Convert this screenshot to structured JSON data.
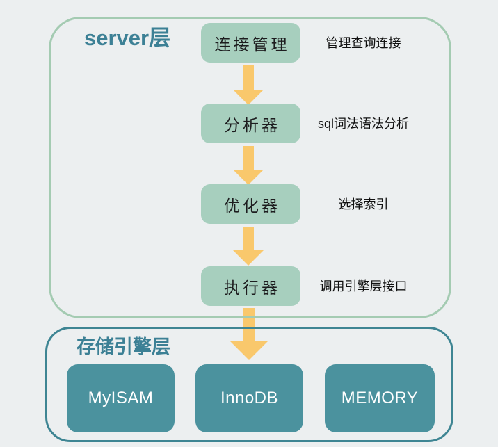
{
  "diagram": {
    "server_layer": {
      "title": "server层",
      "nodes": [
        {
          "label": "连接管理",
          "annotation": "管理查询连接"
        },
        {
          "label": "分析器",
          "annotation": "sql词法语法分析"
        },
        {
          "label": "优化器",
          "annotation": "选择索引"
        },
        {
          "label": "执行器",
          "annotation": "调用引擎层接口"
        }
      ]
    },
    "storage_layer": {
      "title": "存储引擎层",
      "engines": [
        {
          "label": "MyISAM"
        },
        {
          "label": "InnoDB"
        },
        {
          "label": "MEMORY"
        }
      ]
    },
    "colors": {
      "background": "#eceff0",
      "server_border": "#a4cbb2",
      "node_fill": "#a7cfbe",
      "arrow": "#f9c86c",
      "storage_border": "#3e8593",
      "engine_fill": "#4b929e",
      "title_text": "#3c8095",
      "node_text": "#1d1d1f",
      "engine_text": "#ffffff"
    }
  }
}
